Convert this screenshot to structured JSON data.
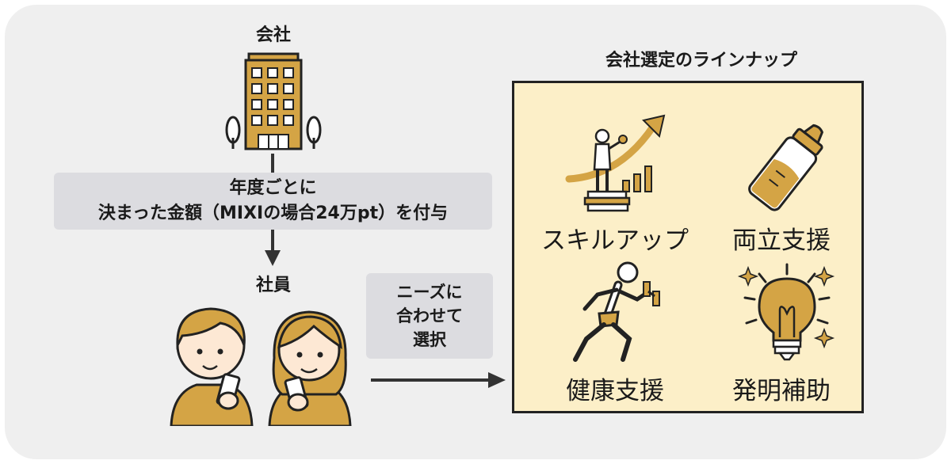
{
  "company": {
    "label": "会社"
  },
  "grant": {
    "line1": "年度ごとに",
    "line2": "決まった金額（MIXIの場合24万pt）を付与"
  },
  "employee": {
    "label": "社員"
  },
  "needs": {
    "line1": "ニーズに",
    "line2": "合わせて",
    "line3": "選択"
  },
  "lineup": {
    "title": "会社選定のラインナップ",
    "items": [
      {
        "label": "スキルアップ",
        "icon": "skill-up-icon"
      },
      {
        "label": "両立支援",
        "icon": "baby-bottle-icon"
      },
      {
        "label": "健康支援",
        "icon": "running-person-icon"
      },
      {
        "label": "発明補助",
        "icon": "light-bulb-icon"
      }
    ]
  },
  "colors": {
    "accent": "#d4a445",
    "box_bg": "#fcefc8",
    "panel_bg": "#efefef",
    "label_bg": "#dcdce0"
  }
}
